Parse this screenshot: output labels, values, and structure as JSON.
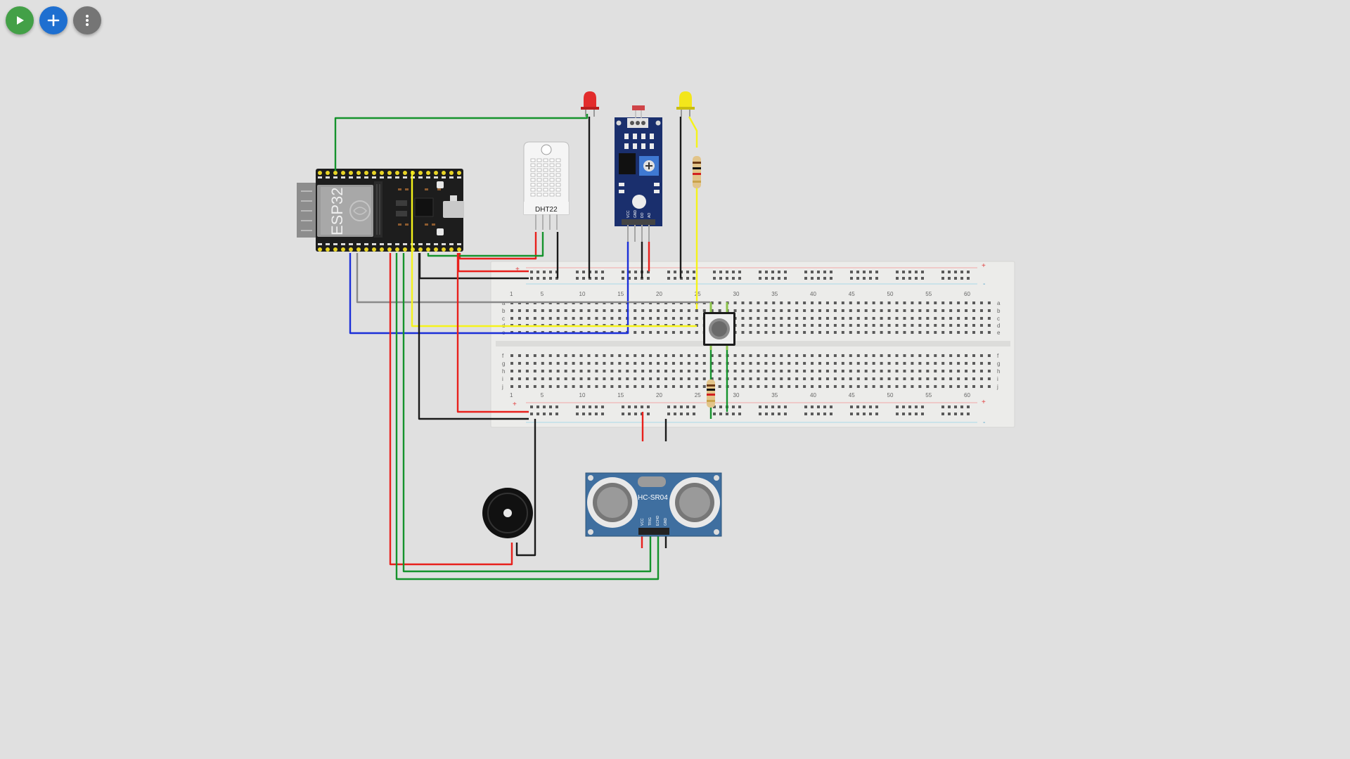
{
  "toolbar": {
    "run_icon": "play-icon",
    "add_icon": "plus-icon",
    "more_icon": "vertical-dots-icon",
    "colors": {
      "run": "#43a047",
      "add": "#1e6fd0",
      "more": "#757575"
    }
  },
  "components": {
    "esp32_label": "ESP32",
    "dht22_label": "DHT22",
    "hcsr04_label": "HC-SR04",
    "hcsr04_pins": [
      "VCC",
      "TRIG",
      "ECHO",
      "GND"
    ],
    "ldr_pins": [
      "VCC",
      "GND",
      "DO",
      "AO"
    ]
  },
  "breadboard": {
    "column_numbers_top": [
      "1",
      "5",
      "10",
      "15",
      "20",
      "25",
      "30",
      "35",
      "40",
      "45",
      "50",
      "55",
      "60"
    ],
    "column_numbers_bottom": [
      "1",
      "5",
      "10",
      "15",
      "20",
      "25",
      "30",
      "35",
      "40",
      "45",
      "50",
      "55",
      "60"
    ],
    "row_letters_top": [
      "a",
      "b",
      "c",
      "d",
      "e"
    ],
    "row_letters_bottom": [
      "f",
      "g",
      "h",
      "i",
      "j"
    ],
    "rail_plus": "+",
    "rail_minus": "-"
  },
  "wire_colors": {
    "red": "#e8201c",
    "black": "#1a1a1a",
    "green": "#15932c",
    "blue": "#1b2fd8",
    "yellow": "#f5f31a",
    "gray": "#8a8a8a"
  }
}
